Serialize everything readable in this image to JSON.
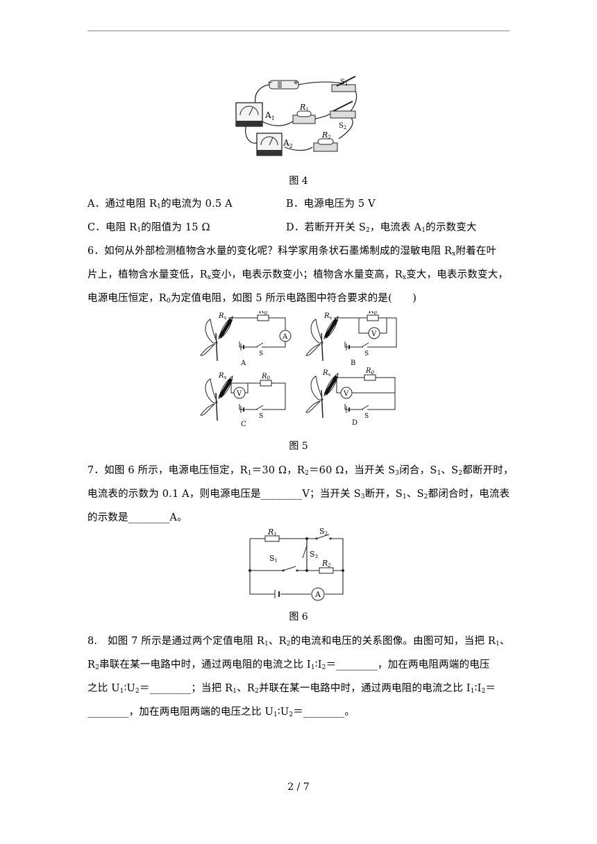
{
  "fig4": {
    "caption": "图 4",
    "labels": {
      "s1": "S",
      "s1_sub": "1",
      "s2": "S",
      "s2_sub": "2",
      "a1": "A",
      "a1_sub": "1",
      "a2": "A",
      "a2_sub": "2",
      "r1": "R",
      "r1_sub": "1",
      "r2": "R",
      "r2_sub": "2",
      "minus": "−",
      "plus": "+"
    }
  },
  "q5_options": {
    "a_pre": "A．通过电阻 R",
    "a_sub": "1",
    "a_post": "的电流为 0.5 A",
    "b": "B．电源电压为 5 V",
    "c_pre": "C．电阻 R",
    "c_sub": "1",
    "c_post": "的阻值为 15 Ω",
    "d_pre": "D．若断开开关 S",
    "d_sub": "2",
    "d_mid": "，电流表 A",
    "d_sub2": "1",
    "d_post": "的示数变大"
  },
  "q6": {
    "l1_pre": "6．如何从外部检测植物含水量的变化呢？科学家用条状石墨烯制成的湿敏电阻 R",
    "l1_sub": "x",
    "l1_post": "附着在叶",
    "l2_pre": "片上，植物含水量变低，R",
    "l2_sub": "x",
    "l2_post": "变小，电表示数变小；植物含水量变高，R",
    "l2_sub2": "x",
    "l2_post2": "变大，电表示数变大，",
    "l3_pre": "电源电压恒定，R",
    "l3_sub": "0",
    "l3_post": "为定值电阻，如图 5 所示电路图中符合要求的是(　　)"
  },
  "fig5": {
    "caption": "图 5",
    "circuits": [
      {
        "letter": "A",
        "meter": "A",
        "rx": "R",
        "rx_sub": "x",
        "r0": "R",
        "r0_sub": "0",
        "switch": "S"
      },
      {
        "letter": "B",
        "meter": "V",
        "rx": "R",
        "rx_sub": "x",
        "r0": "R",
        "r0_sub": "0",
        "switch": "S"
      },
      {
        "letter": "C",
        "meter": "V",
        "rx": "R",
        "rx_sub": "x",
        "r0": "R",
        "r0_sub": "0",
        "switch": "S"
      },
      {
        "letter": "D",
        "meter": "V",
        "rx": "R",
        "rx_sub": "x",
        "r0": "R",
        "r0_sub": "0",
        "switch": "S"
      }
    ]
  },
  "q7": {
    "l1_pre": "7．如图 6 所示，电源电压恒定，R",
    "l1_s1": "1",
    "l1_m1": "＝30 Ω，R",
    "l1_s2": "2",
    "l1_m2": "＝60 Ω，当开关 S",
    "l1_s3": "3",
    "l1_m3": "闭合，S",
    "l1_s4": "1",
    "l1_m4": "、S",
    "l1_s5": "2",
    "l1_post": "都断开时，",
    "l2_pre": "电流表的示数为 0.1 A，则电源电压是________V；当开关 S",
    "l2_s1": "3",
    "l2_m1": "断开，S",
    "l2_s2": "1",
    "l2_m2": "、S",
    "l2_s3": "2",
    "l2_post": "都闭合时，电流表",
    "l3": "的示数是________A。"
  },
  "fig6": {
    "caption": "图 6",
    "r1": "R",
    "r1_sub": "1",
    "r2": "R",
    "r2_sub": "2",
    "s1": "S",
    "s1_sub": "1",
    "s2": "S",
    "s2_sub": "2",
    "s3": "S",
    "s3_sub": "3",
    "meter": "A"
  },
  "q8": {
    "l1_pre": "8.　如图 7 所示是通过两个定值电阻 R",
    "l1_s1": "1",
    "l1_m1": "、R",
    "l1_s2": "2",
    "l1_m2": "的电流和电压的关系图像。由图可知，当把 R",
    "l1_s3": "1",
    "l1_post": "、",
    "l2_pre": "R",
    "l2_s1": "2",
    "l2_m1": "串联在某一电路中时，通过两电阻的电流之比 I",
    "l2_s2": "1",
    "l2_m2": "∶I",
    "l2_s3": "2",
    "l2_post": "＝________，加在两电阻两端的电压",
    "l3_pre": "之比 U",
    "l3_s1": "1",
    "l3_m1": "∶U",
    "l3_s2": "2",
    "l3_m2": "＝________；当把 R",
    "l3_s3": "1",
    "l3_m3": "、R",
    "l3_s4": "2",
    "l3_m4": "并联在某一电路中时，通过两电阻的电流之比 I",
    "l3_s5": "1",
    "l3_m5": "∶I",
    "l3_s6": "2",
    "l3_post": "＝",
    "l4_pre": "________，加在两电阻两端的电压之比 U",
    "l4_s1": "1",
    "l4_m1": "∶U",
    "l4_s2": "2",
    "l4_post": "＝________。"
  },
  "footer": {
    "page": "2 / 7"
  }
}
